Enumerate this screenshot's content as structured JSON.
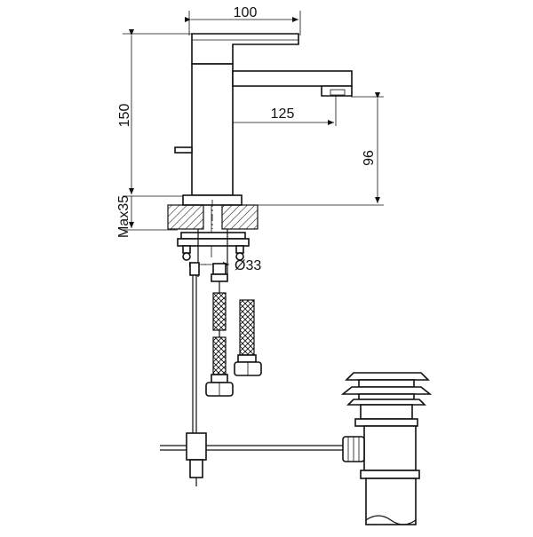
{
  "dimensions": {
    "width_top": "100",
    "height_total": "150",
    "spout_reach": "125",
    "spout_height": "96",
    "max_thickness": "Max35",
    "hole_diameter": "Ø33"
  }
}
